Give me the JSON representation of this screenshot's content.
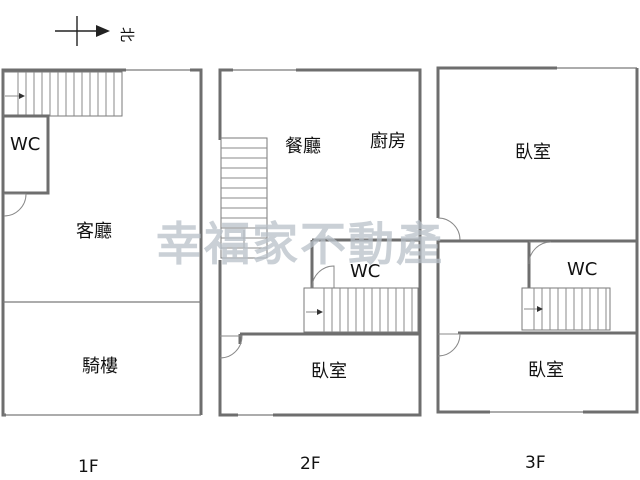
{
  "compass": {
    "label": "北"
  },
  "watermark": {
    "text": "幸福家不動產"
  },
  "floors": [
    {
      "label": "1F",
      "rooms": [
        "WC",
        "客廳",
        "騎樓"
      ]
    },
    {
      "label": "2F",
      "rooms": [
        "餐廳",
        "廚房",
        "WC",
        "臥室"
      ]
    },
    {
      "label": "3F",
      "rooms": [
        "臥室",
        "WC",
        "臥室"
      ]
    }
  ],
  "colors": {
    "wall": "#6e6e6e",
    "watermark": "#b9c1c9"
  }
}
